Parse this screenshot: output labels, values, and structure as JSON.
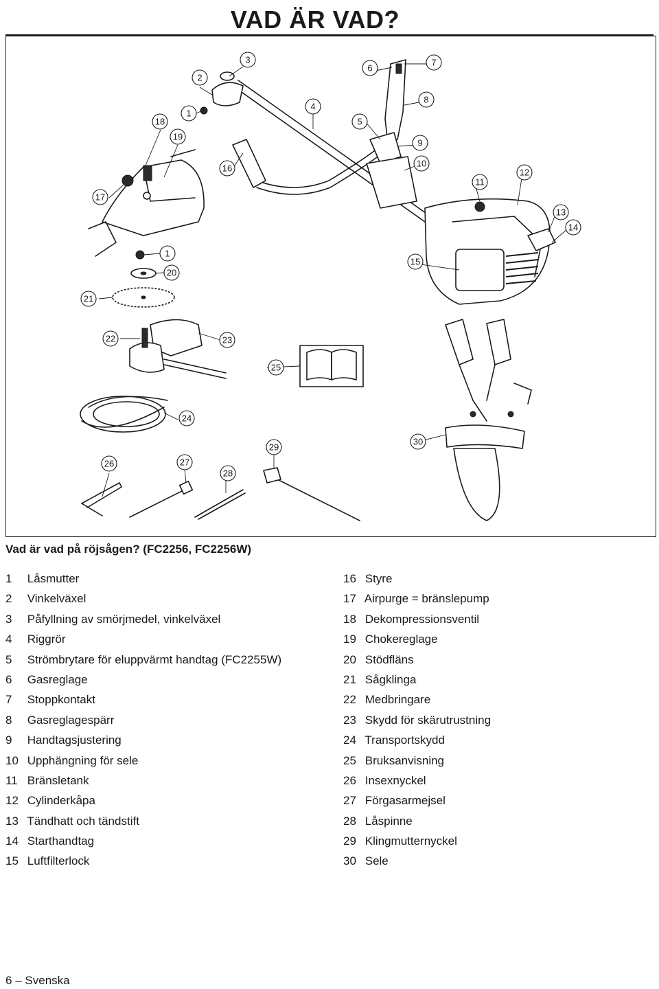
{
  "title": "VAD ÄR VAD?",
  "section_heading": "Vad är vad på röjsågen? (FC2256, FC2256W)",
  "figure": {
    "callout_numbers": [
      "1",
      "2",
      "3",
      "4",
      "5",
      "6",
      "7",
      "8",
      "9",
      "10",
      "11",
      "12",
      "13",
      "14",
      "15",
      "16",
      "17",
      "18",
      "19",
      "1",
      "20",
      "21",
      "22",
      "23",
      "25",
      "24",
      "26",
      "27",
      "28",
      "29",
      "30"
    ]
  },
  "parts_left": [
    {
      "num": "1",
      "label": "Låsmutter"
    },
    {
      "num": "2",
      "label": "Vinkelväxel"
    },
    {
      "num": "3",
      "label": "Påfyllning av smörjmedel, vinkelväxel"
    },
    {
      "num": "4",
      "label": "Riggrör"
    },
    {
      "num": "5",
      "label": "Strömbrytare för eluppvärmt handtag (FC2255W)"
    },
    {
      "num": "6",
      "label": "Gasreglage"
    },
    {
      "num": "7",
      "label": "Stoppkontakt"
    },
    {
      "num": "8",
      "label": "Gasreglagespärr"
    },
    {
      "num": "9",
      "label": "Handtagsjustering"
    },
    {
      "num": "10",
      "label": "Upphängning för sele"
    },
    {
      "num": "11",
      "label": "Bränsletank"
    },
    {
      "num": "12",
      "label": "Cylinderkåpa"
    },
    {
      "num": "13",
      "label": "Tändhatt och tändstift"
    },
    {
      "num": "14",
      "label": "Starthandtag"
    },
    {
      "num": "15",
      "label": "Luftfilterlock"
    }
  ],
  "parts_right": [
    {
      "num": "16",
      "label": "Styre"
    },
    {
      "num": "17",
      "label": "Airpurge = bränslepump"
    },
    {
      "num": "18",
      "label": "Dekompressionsventil"
    },
    {
      "num": "19",
      "label": "Chokereglage"
    },
    {
      "num": "20",
      "label": "Stödfläns"
    },
    {
      "num": "21",
      "label": "Sågklinga"
    },
    {
      "num": "22",
      "label": "Medbringare"
    },
    {
      "num": "23",
      "label": "Skydd för skärutrustning"
    },
    {
      "num": "24",
      "label": "Transportskydd"
    },
    {
      "num": "25",
      "label": "Bruksanvisning"
    },
    {
      "num": "26",
      "label": "Insexnyckel"
    },
    {
      "num": "27",
      "label": "Förgasarmejsel"
    },
    {
      "num": "28",
      "label": "Låspinne"
    },
    {
      "num": "29",
      "label": "Klingmutternyckel"
    },
    {
      "num": "30",
      "label": "Sele"
    }
  ],
  "footer": {
    "page_number": "6",
    "separator": "–",
    "language": "Svenska"
  }
}
